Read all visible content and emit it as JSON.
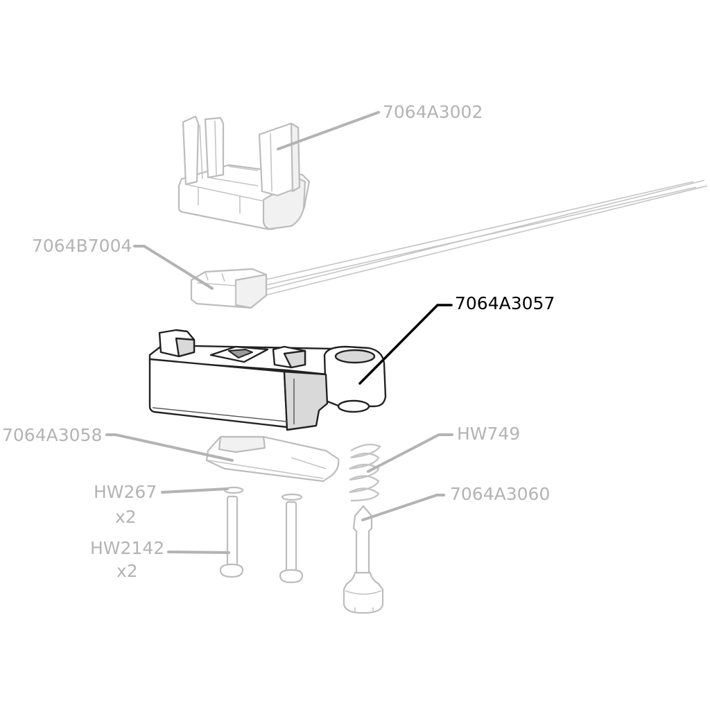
{
  "parts": {
    "sensor_housing": "7064A3002",
    "sensor_cable": "7064B7004",
    "trigger_body": "7064A3057",
    "trigger_cover": "7064A3058",
    "spring": "HW749",
    "plunger": "7064A3060",
    "washer": "HW267",
    "washer_qty": "x2",
    "pin": "HW2142",
    "pin_qty": "x2"
  },
  "colors": {
    "highlight": "#000000",
    "inactive": "#b3b3b3"
  }
}
